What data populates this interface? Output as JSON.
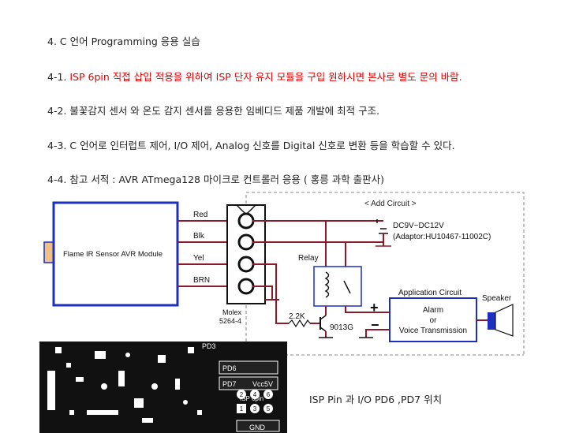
{
  "lines": [
    {
      "prefix": "",
      "text": "4. C 언어 Programming 응용 실습"
    },
    {
      "prefix": "4-1. ",
      "text": "ISP 6pin 직접 삽입 적용을 위하여 ISP 단자 유지 모듈을 구입 원하시면 본사로 별도 문의 바람."
    },
    {
      "prefix": "",
      "text": "4-2. 불꽃감지 센서 와 온도 감지 센서를 응용한 임베디드 제품 개발에 최적 구조."
    },
    {
      "prefix": "",
      "text": "4-3. C 언어로 인터럽트 제어, I/O 제어, Analog 신호를 Digital 신호로 변환 등을 학습할 수 있다."
    },
    {
      "prefix": "",
      "text": "4-4. 참고 서적 : AVR ATmega128 마이크로 컨트롤러 응용 ( 홍릉 과학 출판사)"
    }
  ],
  "diagram": {
    "add_circuit": "< Add Circuit >",
    "module": "Flame IR Sensor AVR Module",
    "wires": [
      "Red",
      "Blk",
      "Yel",
      "BRN"
    ],
    "connector": [
      "Molex",
      "5264-4"
    ],
    "supply": [
      "DC9V~DC12V",
      "(Adaptor:HU10467-11002C)"
    ],
    "relay": "Relay",
    "resistor": "2.2K",
    "transistor": "9013G",
    "app_title": "Application Circuit",
    "app_body": [
      "Alarm",
      "or",
      "Voice Transmission"
    ],
    "speaker": "Speaker",
    "plus": "+",
    "minus": "−"
  },
  "pcb": {
    "labels": [
      "PD3",
      "PD6",
      "PD7",
      "Vcc5V",
      "ISP 6pin",
      "GND"
    ],
    "pins_top": [
      "2",
      "4",
      "6"
    ],
    "pins_bottom": [
      "1",
      "3",
      "5"
    ]
  },
  "caption": "ISP Pin 과 I/O PD6 ,PD7 위치",
  "colors": {
    "accent_red": "#e00000",
    "module_blue": "#1c2fbf"
  }
}
